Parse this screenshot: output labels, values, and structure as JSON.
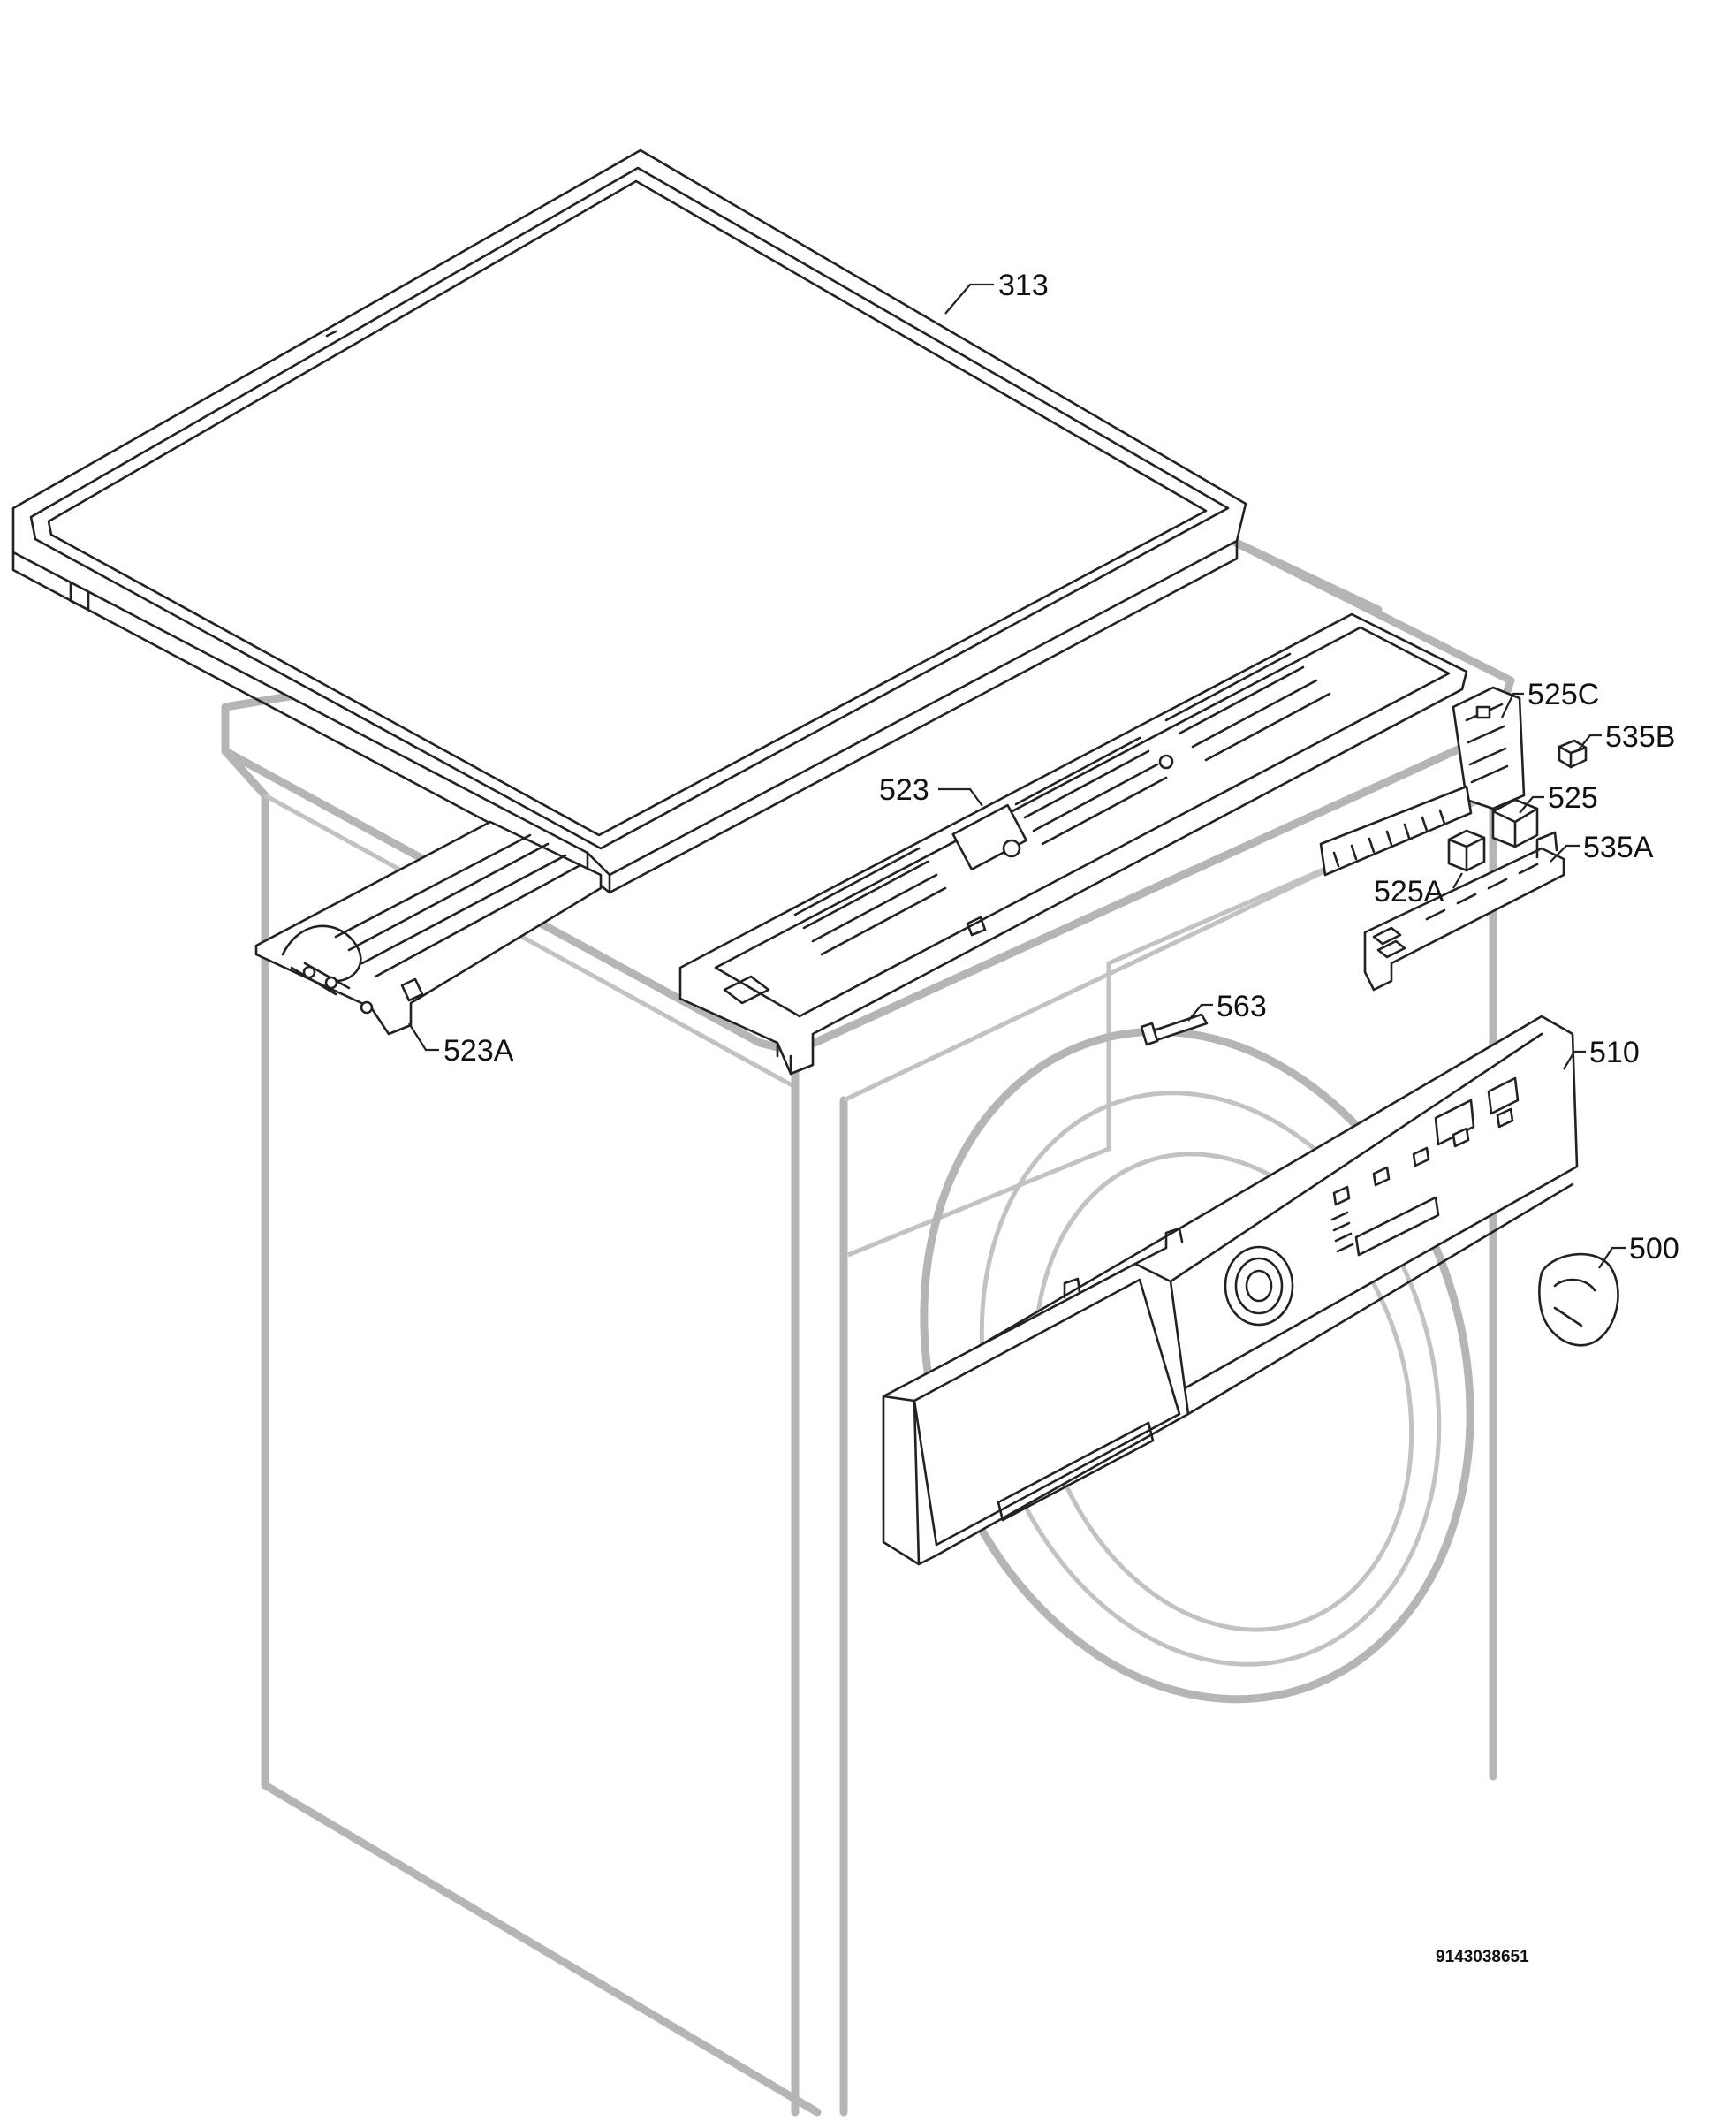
{
  "callouts": [
    {
      "id": "313",
      "text": "313"
    },
    {
      "id": "523",
      "text": "523"
    },
    {
      "id": "523A",
      "text": "523A"
    },
    {
      "id": "525C",
      "text": "525C"
    },
    {
      "id": "535B",
      "text": "535B"
    },
    {
      "id": "525",
      "text": "525"
    },
    {
      "id": "535A",
      "text": "535A"
    },
    {
      "id": "525A",
      "text": "525A"
    },
    {
      "id": "563",
      "text": "563"
    },
    {
      "id": "510",
      "text": "510"
    },
    {
      "id": "500",
      "text": "500"
    }
  ],
  "document_number": "9143038651",
  "colors": {
    "ghost": "#b5b5b5",
    "line": "#222222",
    "background": "#ffffff"
  }
}
